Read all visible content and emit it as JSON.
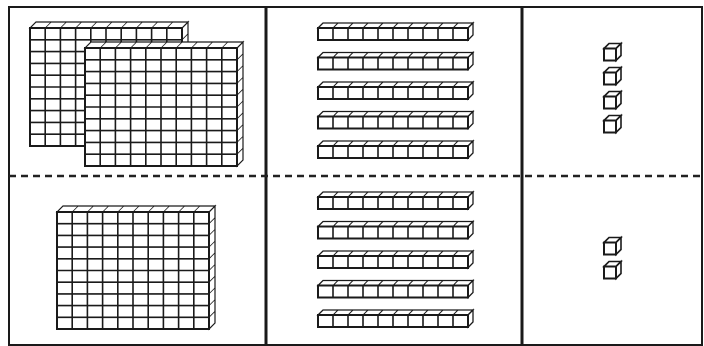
{
  "title": "",
  "colors": {
    "line": "#1a1a1a",
    "fill": "#ffffff",
    "divider": "#222222"
  },
  "table": {
    "columns": [
      "hundreds",
      "tens",
      "ones"
    ],
    "rows": [
      {
        "name": "row-top",
        "hundreds": 2,
        "tens": 5,
        "ones": 4
      },
      {
        "name": "row-bottom",
        "hundreds": 1,
        "tens": 5,
        "ones": 2
      }
    ]
  }
}
